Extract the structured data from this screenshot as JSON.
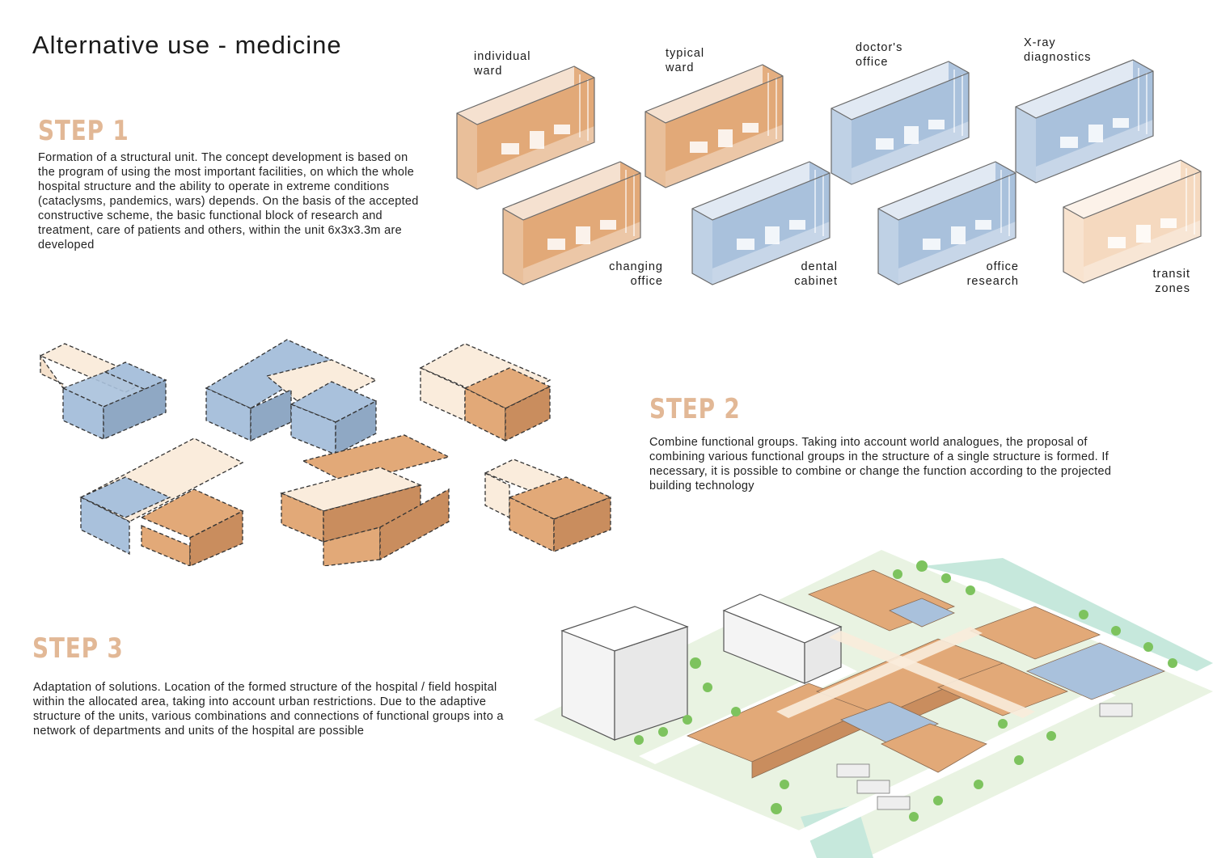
{
  "title": "Alternative use - medicine",
  "step1": {
    "heading": "STEP 1",
    "text": "Formation of a structural unit. The concept development is based on the program of using the most important facilities, on which the whole hospital structure and the ability to operate in extreme conditions (cataclysms, pandemics, wars) depends. On the basis of the accepted constructive scheme, the basic functional block of research and treatment, care of patients and others, within the unit 6x3x3.3m are developed"
  },
  "step2": {
    "heading": "STEP 2",
    "text": "Combine functional groups. Taking into account world analogues, the proposal of combining various functional groups in the structure of a single structure is formed. If necessary, it is possible to combine or change the function according to the projected building technology"
  },
  "step3": {
    "heading": "STEP 3",
    "text": "Adaptation of solutions. Location of the formed structure of the hospital / field hospital within the allocated area, taking into account urban restrictions. Due to the adaptive structure of the units, various combinations and connections of functional groups into a network of departments and units of the hospital are possible"
  },
  "units": {
    "individual_ward": {
      "line1": "individual",
      "line2": "ward"
    },
    "typical_ward": {
      "line1": "typical",
      "line2": "ward"
    },
    "doctors_office": {
      "line1": "doctor's",
      "line2": "office"
    },
    "xray": {
      "line1": "X-ray",
      "line2": "diagnostics"
    },
    "changing_office": {
      "line1": "changing",
      "line2": "office"
    },
    "dental_cabinet": {
      "line1": "dental",
      "line2": "cabinet"
    },
    "office_research": {
      "line1": "office",
      "line2": "research"
    },
    "transit_zones": {
      "line1": "transit",
      "line2": "zones"
    }
  },
  "colors": {
    "orange": "#e2a978",
    "blue": "#a9c1dc",
    "cream": "#faecdc",
    "accent": "#e2b896",
    "ground": "#e9f3e2",
    "water": "#c6e8dc",
    "tree": "#7dc35e"
  }
}
